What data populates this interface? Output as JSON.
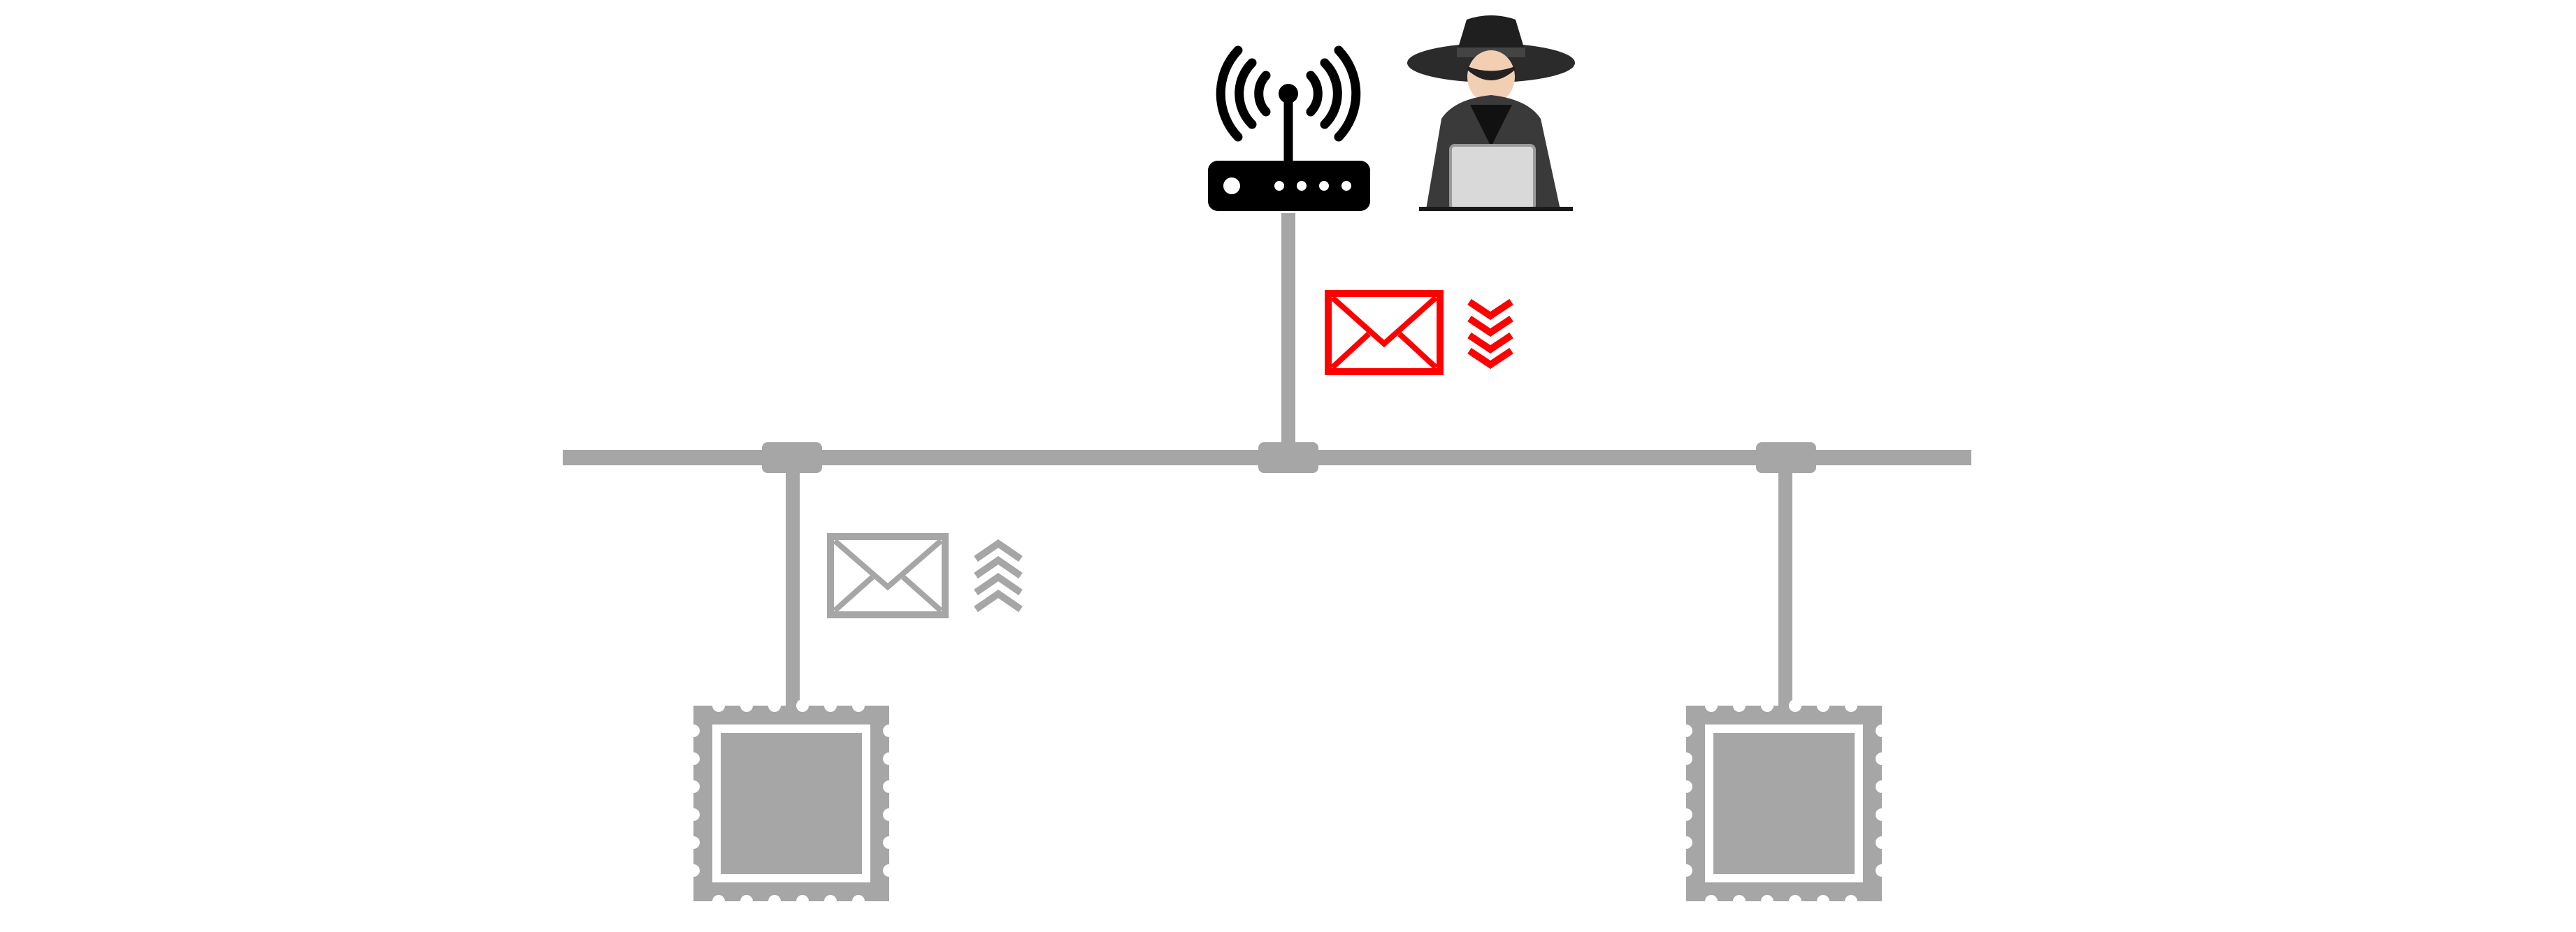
{
  "diagram": {
    "bus": {
      "color": "#a6a6a6"
    },
    "attack": {
      "color": "#ff0000"
    },
    "icons": {
      "router": "wifi-router-icon",
      "attacker": "hacker-with-laptop-icon",
      "sent_message": "envelope-icon",
      "injected_message": "envelope-icon",
      "upward": "triple-chevron-up-icon",
      "downward": "triple-chevron-down-icon",
      "node_left": "chip-icon",
      "node_right": "chip-icon"
    },
    "nodes": [
      {
        "id": "router"
      },
      {
        "id": "ecu-left"
      },
      {
        "id": "ecu-right"
      }
    ]
  }
}
